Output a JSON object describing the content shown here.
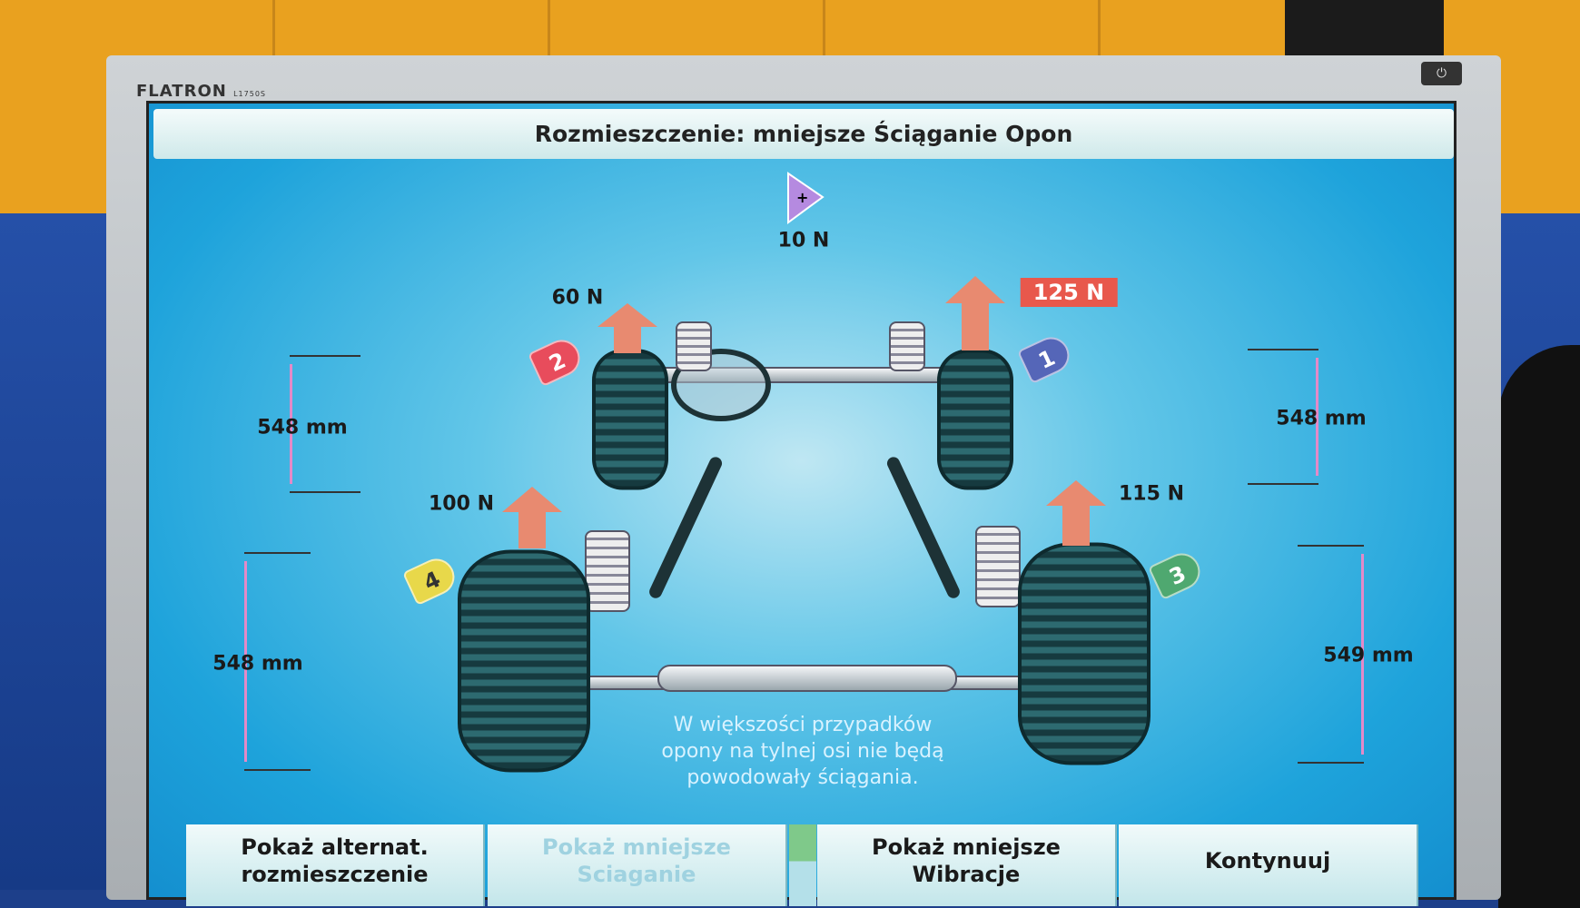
{
  "monitor": {
    "brand": "FLATRON",
    "model": "L1750S"
  },
  "title": "Rozmieszczenie: mniejsze Ściąganie Opon",
  "forces": {
    "total": "10 N",
    "front_left": "60 N",
    "front_right": "125 N",
    "rear_left": "100 N",
    "rear_right": "115 N"
  },
  "wheel_tags": {
    "front_right": "1",
    "front_left": "2",
    "rear_right": "3",
    "rear_left": "4"
  },
  "distances": {
    "front_left": "548 mm",
    "front_right": "548 mm",
    "rear_left": "548 mm",
    "rear_right": "549 mm"
  },
  "message": [
    "W większości przypadków",
    "opony na tylnej osi nie będą",
    "powodowały ściągania."
  ],
  "buttons": {
    "alt": [
      "Pokaż alternat.",
      "rozmieszczenie"
    ],
    "pull": [
      "Pokaż mniejsze",
      "Sciaganie"
    ],
    "vibration": [
      "Pokaż mniejsze",
      "Wibracje"
    ],
    "continue": "Kontynuuj"
  },
  "colors": {
    "highlight": "#e8584c",
    "tag1": "#5566b8",
    "tag2": "#e84c5c",
    "tag3": "#4fa870",
    "tag4": "#e8d84a",
    "arrow": "#e88a70"
  }
}
